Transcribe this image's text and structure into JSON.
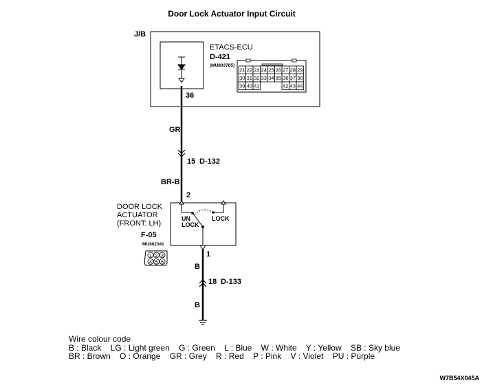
{
  "title": "Door Lock Actuator Input Circuit",
  "jb_label": "J/B",
  "ecu": {
    "name": "ETACS-ECU",
    "connector": "D-421",
    "part_no": "(MU803765)",
    "pin_rows": [
      [
        "21",
        "22",
        "23",
        "24",
        "25",
        "26",
        "27",
        "28",
        "29"
      ],
      [
        "30",
        "31",
        "32",
        "33",
        "34",
        "35",
        "36",
        "37",
        "38"
      ],
      [
        "39",
        "40",
        "41",
        "",
        "",
        "",
        "",
        "42",
        "43",
        "44"
      ]
    ],
    "output_pin": "36"
  },
  "wire_upper": {
    "colour": "GR",
    "junction_pin": "15",
    "junction_connector": "D-132",
    "colour_after": "BR-B"
  },
  "actuator": {
    "name_line1": "DOOR LOCK",
    "name_line2": "ACTUATOR",
    "name_line3": "(FRONT: LH)",
    "connector": "F-05",
    "part_no": "MU802341",
    "pins": [
      "1",
      "2",
      "3",
      "4",
      "5",
      "6"
    ],
    "input_pin": "2",
    "output_pin": "1",
    "switch_unlock_line1": "UN",
    "switch_unlock_line2": "LOCK",
    "switch_lock": "LOCK"
  },
  "wire_lower": {
    "colour": "B",
    "junction_pin": "18",
    "junction_connector": "D-133",
    "colour_after": "B"
  },
  "legend": {
    "heading": "Wire colour code",
    "line1": "B : Black    LG : Light green    G : Green    L : Blue    W : White    Y : Yellow    SB : Sky blue",
    "line2": "BR : Brown    O : Orange    GR : Grey    R : Red    P : Pink    V : Violet    PU : Purple"
  },
  "figure_code": "W7B54X045A"
}
